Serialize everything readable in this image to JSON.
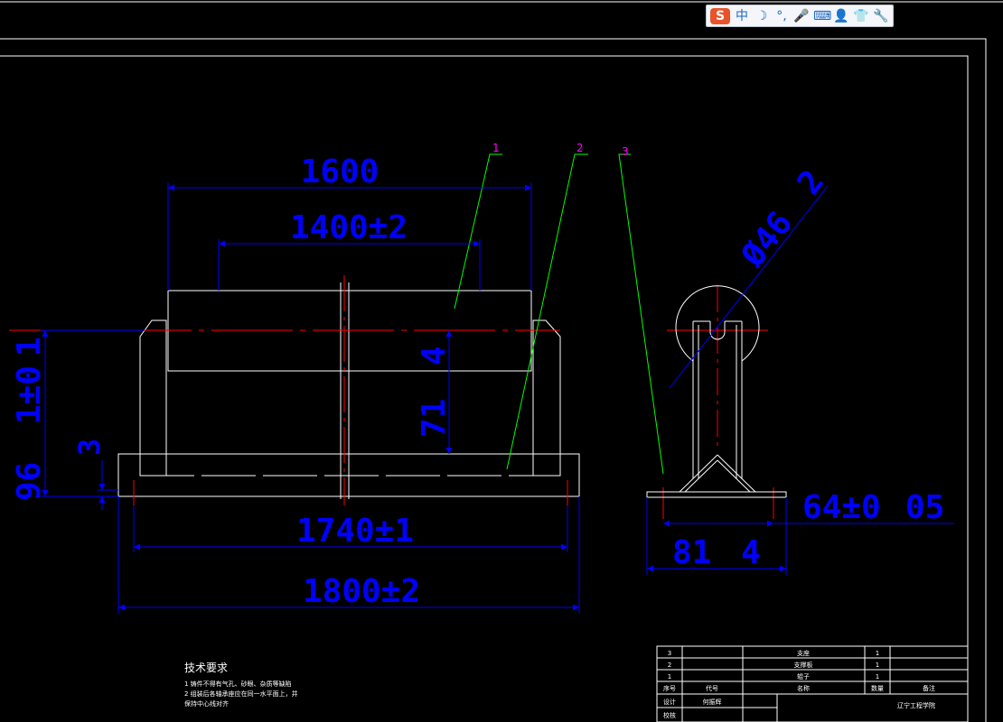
{
  "ime_toolbar": {
    "logo": "S",
    "mode": "中",
    "icons": [
      "moon-icon",
      "punctuation-icon",
      "microphone-icon",
      "keyboard-icon",
      "user-icon",
      "shirt-icon",
      "wrench-icon"
    ],
    "glyphs": [
      "☽",
      "°,",
      "🎤",
      "⌨",
      "👤",
      "👕",
      "🔧"
    ]
  },
  "colors": {
    "background": "#000000",
    "outline": "#ffffff",
    "dimension": "#0000ff",
    "centerline": "#ff0000",
    "leader": "#00ff00",
    "balloon": "#ff00ff"
  },
  "dimensions": {
    "d1600": "1600",
    "d1400": "1400±2",
    "d1740": "1740±1",
    "d1800": "1800±2",
    "v1": "1",
    "v1pm0": "1±0",
    "v3": "3",
    "v96": "96",
    "v4": "4",
    "v71": "71",
    "dia46": "Ø46",
    "d2": "2",
    "d64": "64±0",
    "d05": "05",
    "d81": "81",
    "d4b": "4"
  },
  "balloons": [
    "1",
    "2",
    "3"
  ],
  "notes": {
    "title": "技术要求",
    "line1": "1  铸件不得有气孔、砂眼、杂质等缺陷",
    "line2": "2  组装后各轴承座应在同一水平面上，并",
    "line3": "保持中心线对齐"
  },
  "title_block": {
    "rows": [
      {
        "no": "3",
        "code": "",
        "name": "支座",
        "qty": "1",
        "note": ""
      },
      {
        "no": "2",
        "code": "",
        "name": "支撑板",
        "qty": "1",
        "note": ""
      },
      {
        "no": "1",
        "code": "",
        "name": "辊子",
        "qty": "1",
        "note": ""
      }
    ],
    "header": {
      "no": "序号",
      "code": "代号",
      "name": "名称",
      "qty": "数量",
      "note": "备注"
    },
    "design_label": "设计",
    "designer": "何振辉",
    "check_label": "校核",
    "school": "辽宁工程学院"
  }
}
